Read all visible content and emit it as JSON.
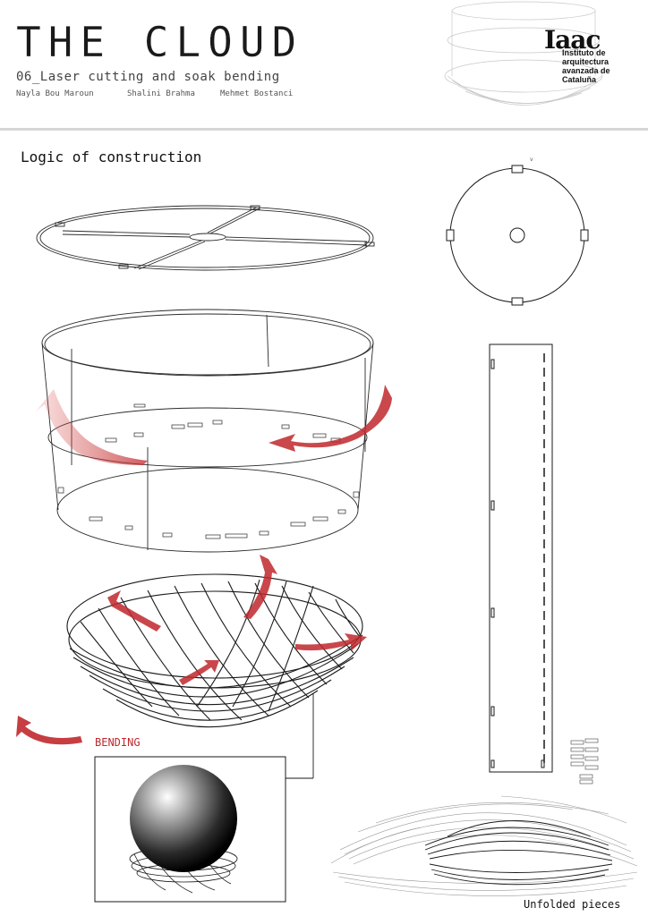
{
  "header": {
    "title": "THE CLOUD",
    "subtitle": "06_Laser cutting and soak bending",
    "authors": [
      "Nayla Bou Maroun",
      "Shalini Brahma",
      "Mehmet Bostanci"
    ]
  },
  "logo": {
    "mark": "Iaac",
    "lines": [
      "Instituto de",
      "arquitectura",
      "avanzada de",
      "Cataluña"
    ]
  },
  "section_title": "Logic of construction",
  "labels": {
    "bending": "BENDING",
    "unfolded": "Unfolded pieces"
  },
  "colors": {
    "arrow_red": "#c0282d",
    "line": "#2a2a2a",
    "rule": "#d6d6d6"
  }
}
